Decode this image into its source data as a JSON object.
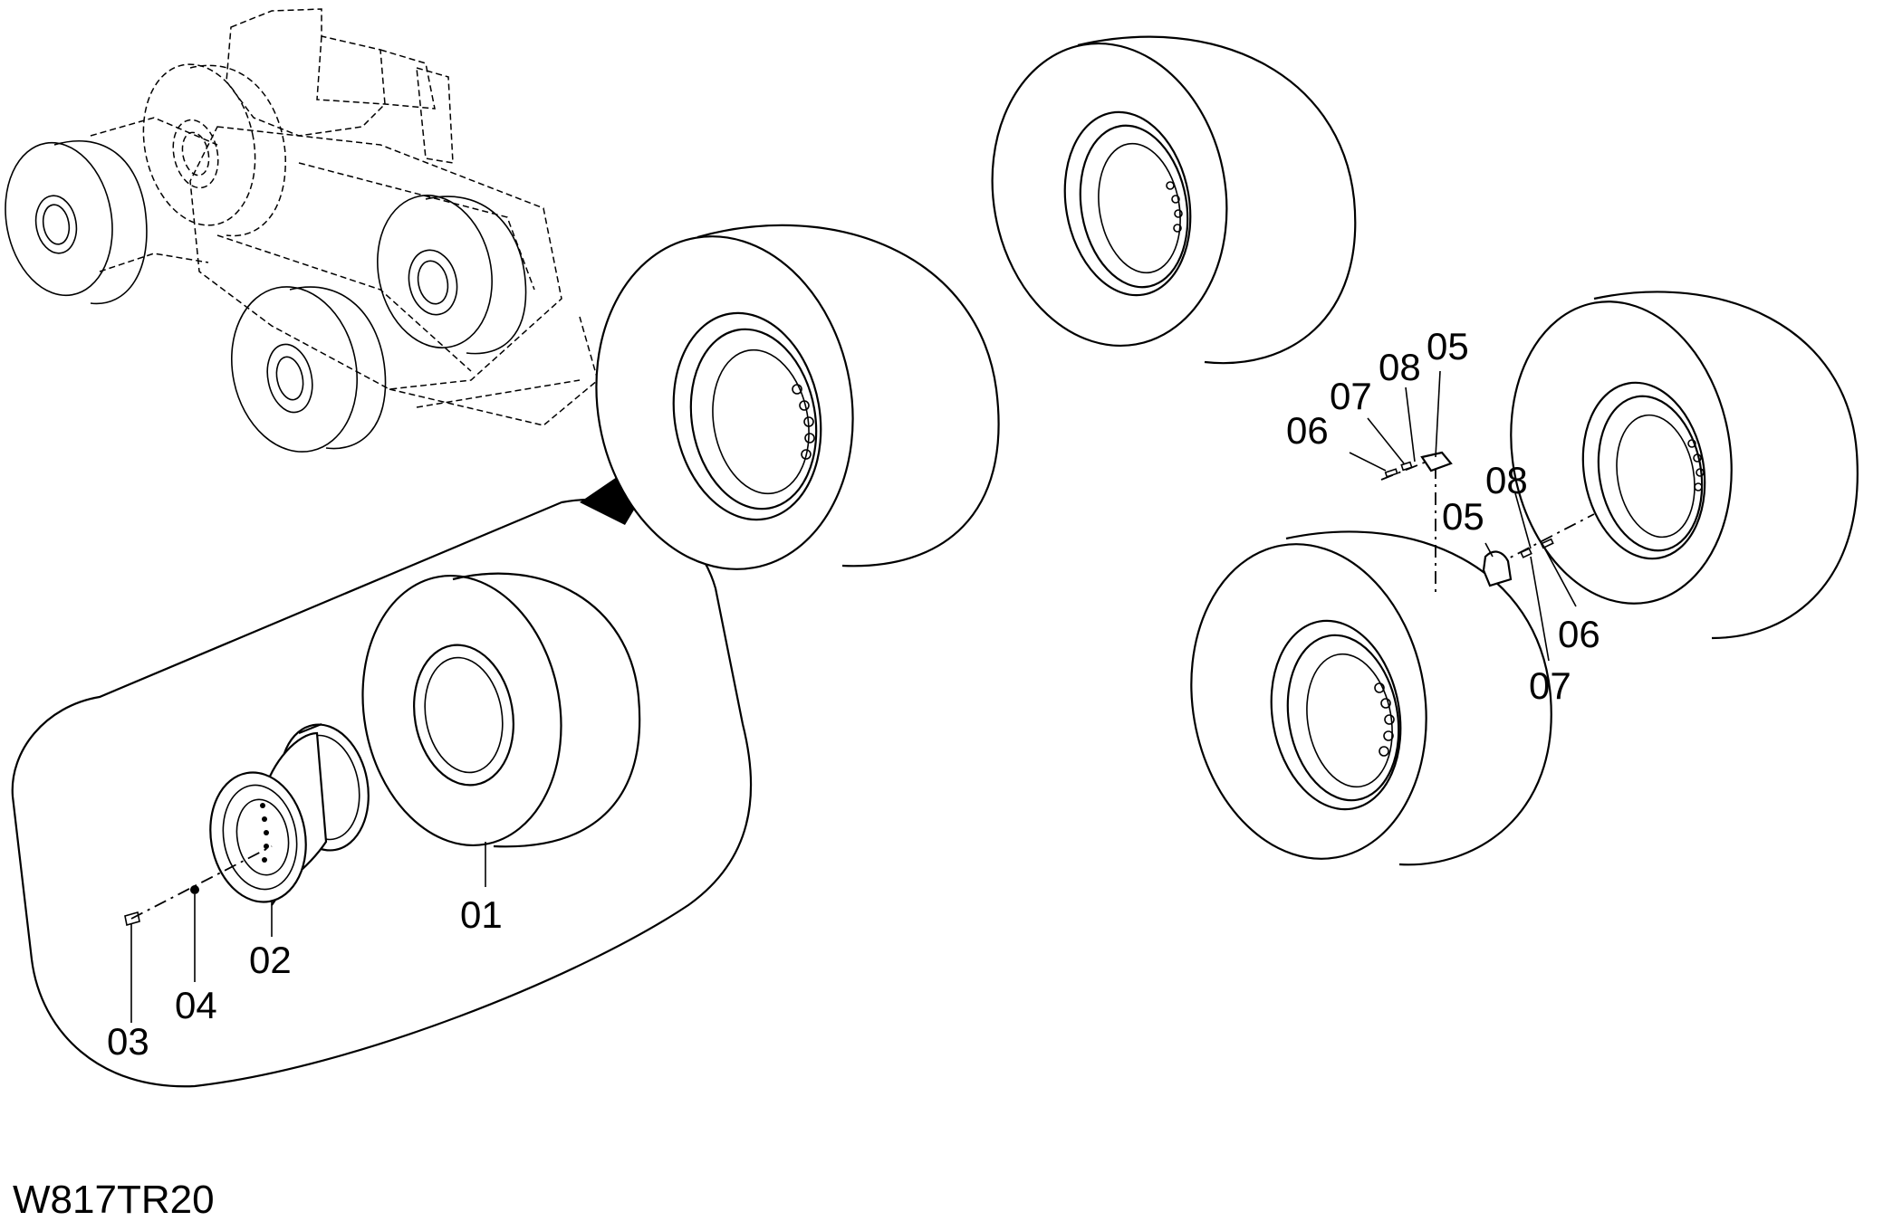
{
  "drawing_code": "W817TR20",
  "callouts": {
    "tire_01": "01",
    "rim_02": "02",
    "bolt_03": "03",
    "nut_04": "04",
    "bracket_05_upper": "05",
    "bracket_05_lower": "05",
    "bolt_06_upper": "06",
    "bolt_06_lower": "06",
    "washer_07_upper": "07",
    "washer_07_lower": "07",
    "washer_08_upper": "08",
    "washer_08_lower": "08"
  },
  "colors": {
    "line": "#000000",
    "background": "#ffffff"
  }
}
